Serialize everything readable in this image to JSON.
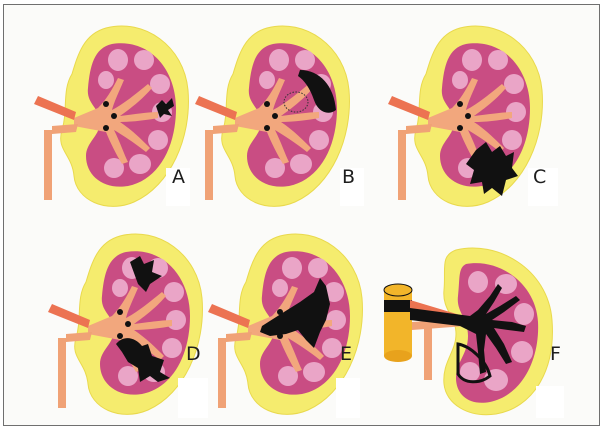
{
  "figure": {
    "panels": [
      {
        "id": "A",
        "label": "A"
      },
      {
        "id": "B",
        "label": "B"
      },
      {
        "id": "C",
        "label": "C"
      },
      {
        "id": "D",
        "label": "D"
      },
      {
        "id": "E",
        "label": "E"
      },
      {
        "id": "F",
        "label": "F"
      }
    ]
  },
  "colors": {
    "perirenal_fat": "#f5ec6e",
    "cortex": "#c94d83",
    "medulla_pyramid": "#eaa5c7",
    "pelvis": "#f2a77d",
    "artery": "#ec7352",
    "lesion": "#111111",
    "vena_cava_stripe": "#f2b52a"
  }
}
